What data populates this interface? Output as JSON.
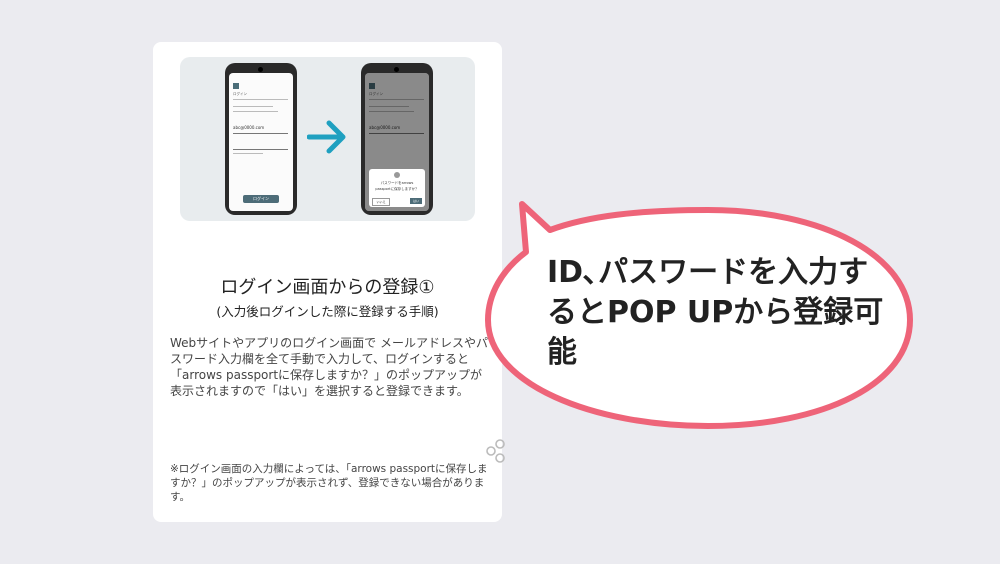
{
  "card": {
    "title": "ログイン画面からの登録①",
    "subtitle": "(入力後ログインした際に登録する手順)",
    "description": "Webサイトやアプリのログイン画面で メールアドレスやパスワード入力欄を全て手動で入力して、ログインすると「arrows passportに保存しますか？」のポップアップが表示されますので「はい」を選択すると登録できます。",
    "note": "※ログイン画面の入力欄によっては、「arrows passportに保存しますか？」のポップアップが表示されず、登録できない場合があります。"
  },
  "phone_left": {
    "header": "ログイン",
    "field_value": "abc@0000.com",
    "button_label": "ログイン"
  },
  "phone_right": {
    "header": "ログイン",
    "field_value": "abc@0000.com",
    "popup_text_1": "パスワードをarrows",
    "popup_text_2": "passportに保存しますか？",
    "popup_no": "いいえ",
    "popup_yes": "はい"
  },
  "bubble": {
    "text": "ID､パスワードを入力するとPOP UPから登録可能"
  },
  "colors": {
    "arrow": "#1fa0c0",
    "bubble_stroke": "#ee6479",
    "button": "#4d6c78"
  }
}
